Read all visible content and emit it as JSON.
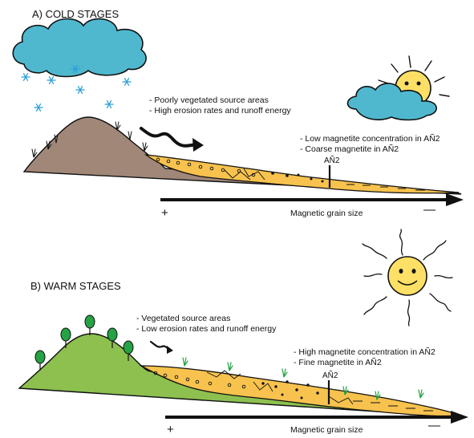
{
  "cold": {
    "title": "A) COLD STAGES",
    "source_notes": [
      "- Poorly vegetated source areas",
      "- High erosion rates and  runoff energy"
    ],
    "basin_notes": [
      "- Low magnetite concentration in AÑ2",
      "- Coarse magnetite in AÑ2"
    ],
    "core_label": "AÑ2",
    "axis_label": "Magnetic grain size",
    "axis_start": "+",
    "axis_end": "—"
  },
  "warm": {
    "title": "B) WARM STAGES",
    "source_notes": [
      "- Vegetated  source areas",
      "- Low erosion rates and  runoff energy"
    ],
    "basin_notes": [
      "- High magnetite concentration in AÑ2",
      "- Fine magnetite in AÑ2"
    ],
    "core_label": "AÑ2",
    "axis_label": "Magnetic grain size",
    "axis_start": "+",
    "axis_end": "—"
  },
  "colors": {
    "cloud": "#4fb8cf",
    "snow": "#2a9fd6",
    "sun": "#ffe066",
    "hill_cold": "#a08778",
    "hill_warm": "#8dc04f",
    "sediment": "#f7c24e",
    "tree": "#25a244"
  },
  "icons": [
    "cloud-icon",
    "snowflake-icon",
    "sun-icon",
    "tree-icon",
    "grass-tuft-icon",
    "wavy-arrow-icon"
  ]
}
